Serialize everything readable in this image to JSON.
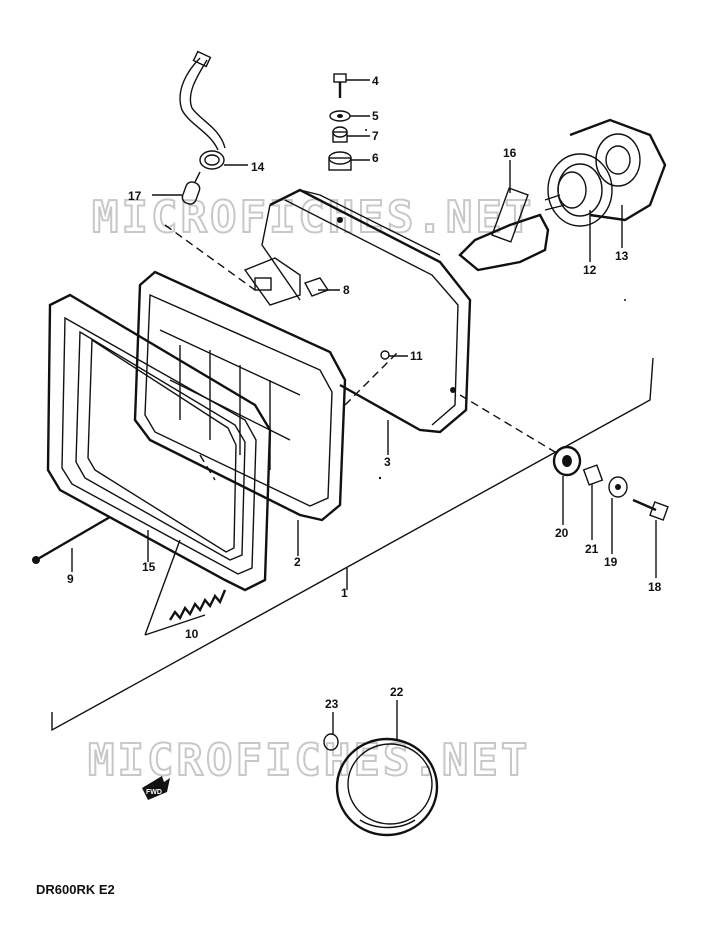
{
  "watermark": {
    "top": "MICROFICHES.NET",
    "bottom": "MICROFICHES.NET"
  },
  "footer": {
    "model_code": "DR600RK E2"
  },
  "callouts": [
    "1",
    "2",
    "3",
    "4",
    "5",
    "6",
    "7",
    "8",
    "9",
    "10",
    "11",
    "12",
    "13",
    "14",
    "15",
    "16",
    "17",
    "18",
    "19",
    "20",
    "21",
    "22",
    "23"
  ],
  "forward_mark": "FWD"
}
